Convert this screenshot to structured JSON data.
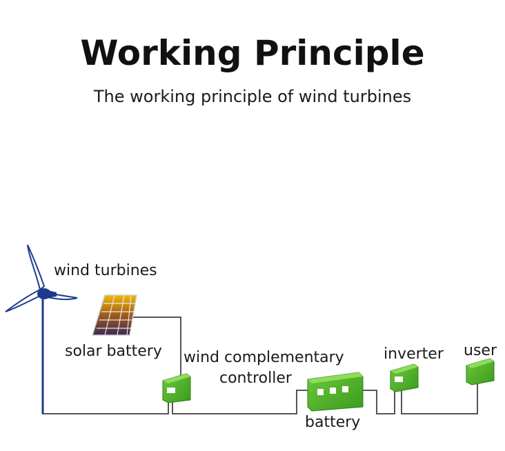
{
  "header": {
    "title": "Working Principle",
    "subtitle": "The working principle of wind turbines"
  },
  "diagram": {
    "labels": {
      "wind_turbines": "wind turbines",
      "solar_battery": "solar battery",
      "controller_line1": "wind complementary",
      "controller_line2": "controller",
      "battery": "battery",
      "inverter": "inverter",
      "user": "user"
    },
    "colors": {
      "component_green": "#4caf2a",
      "component_green_dark": "#2e7d1a",
      "turbine_blue": "#1e3a8a",
      "wire": "#555555"
    }
  }
}
